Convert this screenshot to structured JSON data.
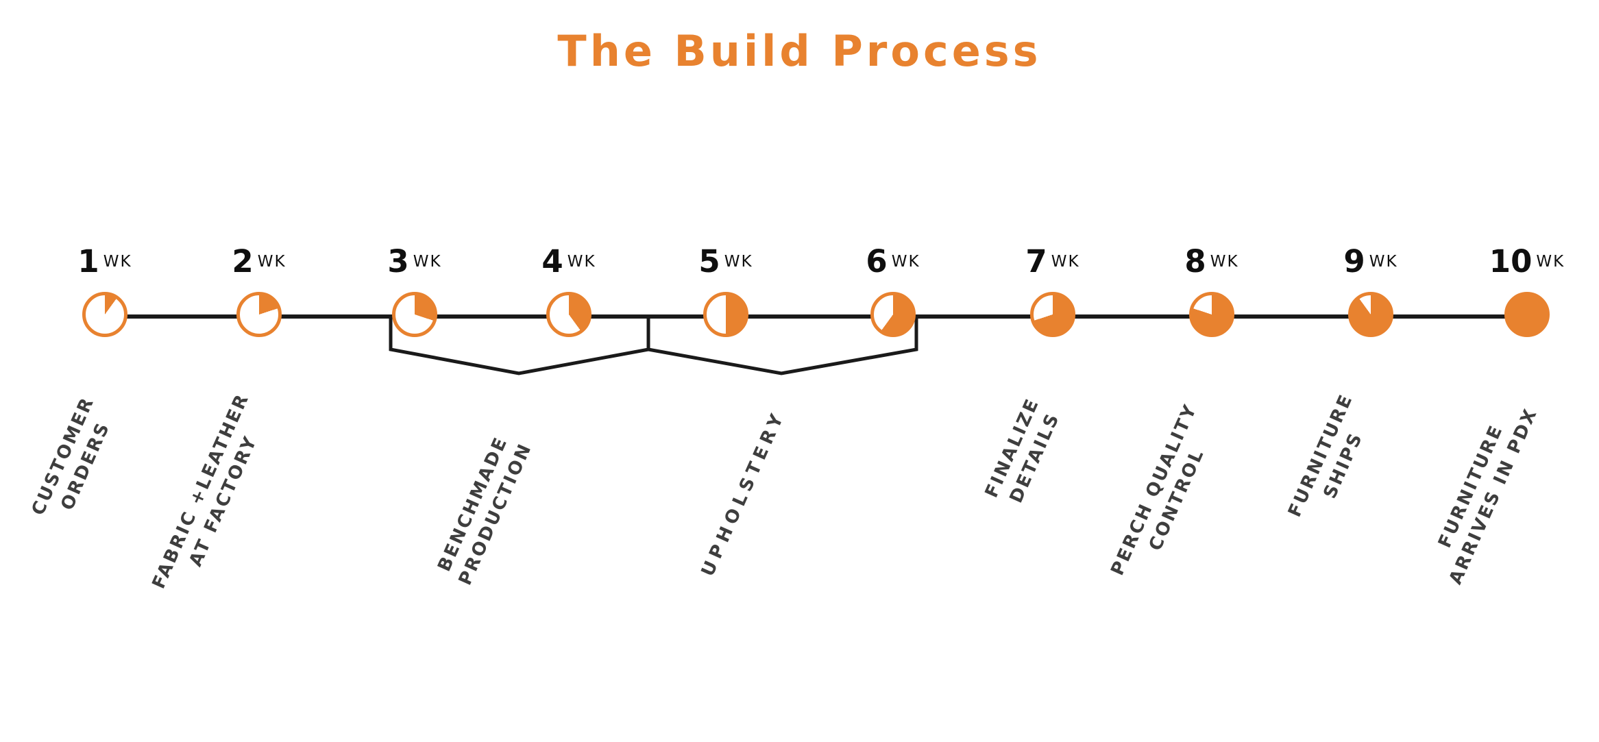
{
  "title": "The Build Process",
  "colors": {
    "accent_orange": "#E8822F",
    "line_black": "#1A1A1A",
    "number_black": "#0F0F0F",
    "label_gray": "#3E3E3E",
    "background": "#FFFFFF"
  },
  "timeline": {
    "total_weeks": 10,
    "weeks": [
      {
        "number": "1",
        "unit": "WK",
        "fill_fraction": 0.1
      },
      {
        "number": "2",
        "unit": "WK",
        "fill_fraction": 0.2
      },
      {
        "number": "3",
        "unit": "WK",
        "fill_fraction": 0.3
      },
      {
        "number": "4",
        "unit": "WK",
        "fill_fraction": 0.4
      },
      {
        "number": "5",
        "unit": "WK",
        "fill_fraction": 0.5
      },
      {
        "number": "6",
        "unit": "WK",
        "fill_fraction": 0.6
      },
      {
        "number": "7",
        "unit": "WK",
        "fill_fraction": 0.7
      },
      {
        "number": "8",
        "unit": "WK",
        "fill_fraction": 0.8
      },
      {
        "number": "9",
        "unit": "WK",
        "fill_fraction": 0.9
      },
      {
        "number": "10",
        "unit": "WK",
        "fill_fraction": 1.0
      }
    ],
    "stages": [
      {
        "label": "CUSTOMER\nORDERS",
        "weeks": "1"
      },
      {
        "label": "FABRIC +LEATHER\nAT FACTORY",
        "weeks": "2"
      },
      {
        "label": "BENCHMADE\nPRODUCTION",
        "weeks": "3-4"
      },
      {
        "label": "UPHOLSTERY",
        "weeks": "5-6"
      },
      {
        "label": "FINALIZE\nDETAILS",
        "weeks": "7"
      },
      {
        "label": "PERCH QUALITY\nCONTROL",
        "weeks": "8"
      },
      {
        "label": "FURNITURE\nSHIPS",
        "weeks": "9"
      },
      {
        "label": "FURNITURE\nARRIVES IN PDX",
        "weeks": "10"
      }
    ]
  }
}
